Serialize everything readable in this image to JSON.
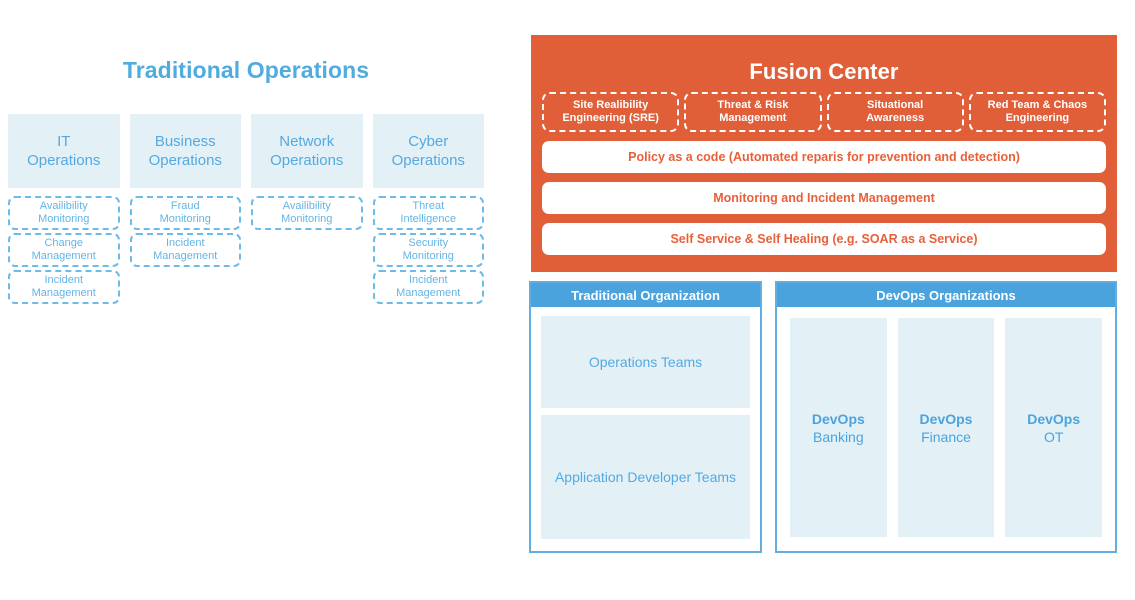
{
  "traditional_operations": {
    "title": "Traditional Operations",
    "columns": [
      {
        "header": "IT\nOperations",
        "header_line1": "IT",
        "header_line2": "Operations",
        "items": [
          "Availibility\nMonitoring",
          "Change\nManagement",
          "Incident\nManagement"
        ]
      },
      {
        "header": "Business\nOperations",
        "header_line1": "Business",
        "header_line2": "Operations",
        "items": [
          "Fraud\nMonitoring",
          "Incident\nManagement"
        ]
      },
      {
        "header": "Network\nOperations",
        "header_line1": "Network",
        "header_line2": "Operations",
        "items": [
          "Availibility\nMonitoring"
        ]
      },
      {
        "header": "Cyber\nOperations",
        "header_line1": "Cyber",
        "header_line2": "Operations",
        "items": [
          "Threat\nIntelligence",
          "Security\nMonitoring",
          "Incident\nManagement"
        ]
      }
    ]
  },
  "fusion_center": {
    "title": "Fusion Center",
    "pillars": [
      "Site Realibility\nEngineering (SRE)",
      "Threat & Risk\nManagement",
      "Situational\nAwareness",
      "Red Team & Chaos\nEngineering"
    ],
    "capability_bars": [
      "Policy as a code (Automated reparis for prevention and detection)",
      "Monitoring and Incident Management",
      "Self Service & Self Healing (e.g. SOAR as a Service)"
    ]
  },
  "traditional_organization": {
    "header": "Traditional Organization",
    "boxes": [
      "Operations Teams",
      "Application Developer Teams"
    ]
  },
  "devops_organizations": {
    "header": "DevOps Organizations",
    "boxes": [
      {
        "strong": "DevOps",
        "light": "Banking"
      },
      {
        "strong": "DevOps",
        "light": "Finance"
      },
      {
        "strong": "DevOps",
        "light": "OT"
      }
    ]
  },
  "colors": {
    "accent_blue": "#4ba3de",
    "light_blue_fill": "#e3f1f7",
    "dashed_blue": "#6cbbe8",
    "orange": "#e05f38",
    "orange_text": "#e8603a",
    "white": "#ffffff"
  }
}
